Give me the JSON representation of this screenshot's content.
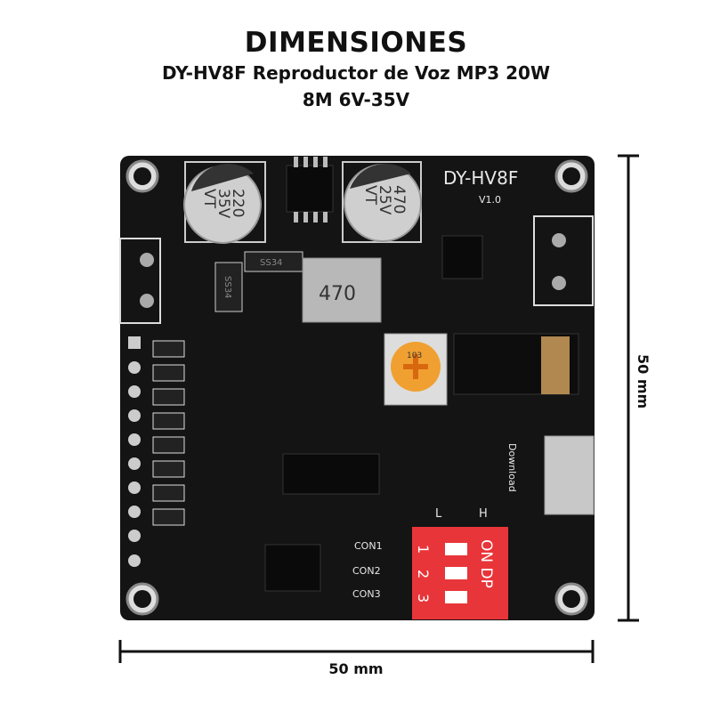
{
  "header": {
    "title": "DIMENSIONES",
    "subtitle_line1": "DY-HV8F Reproductor de Voz MP3 20W",
    "subtitle_line2": "8M 6V-35V"
  },
  "dimensions": {
    "width_label": "50 mm",
    "height_label": "50 mm"
  },
  "board": {
    "model": "DY-HV8F",
    "version": "V1.0",
    "cap1": [
      "220",
      "35V",
      "VT"
    ],
    "cap2": [
      "470",
      "25V",
      "VT"
    ],
    "inductor": "470",
    "diode1": "SS34",
    "diode2": "SS34",
    "pot": "103",
    "download": "Download",
    "switch_low": "L",
    "switch_high": "H",
    "con1": "CON1",
    "con2": "CON2",
    "con3": "CON3",
    "dip_on": "ON DP",
    "dip_nums": [
      "1",
      "2",
      "3"
    ],
    "colors": {
      "pcb": "#111111",
      "dip": "#e8353a",
      "silk": "#e8e8e8"
    }
  }
}
